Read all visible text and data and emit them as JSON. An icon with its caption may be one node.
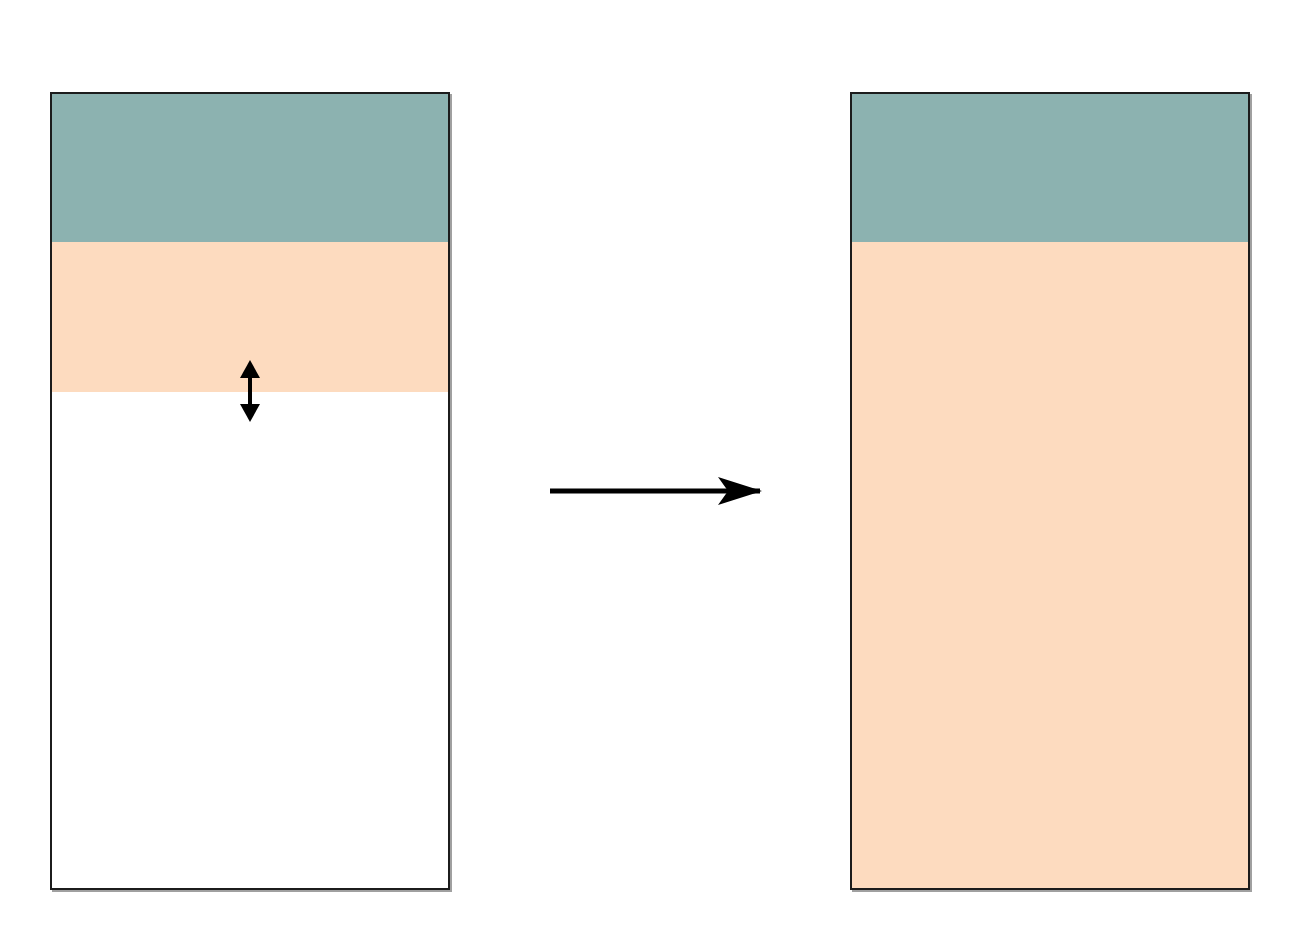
{
  "diagram": {
    "nodes": [
      {
        "text": [],
        "shape": "box"
      },
      {
        "text": [],
        "shape": "bar",
        "in": 0
      },
      {
        "text": [],
        "shape": "bar",
        "in": 0
      },
      {
        "text": [],
        "shape": "box"
      },
      {
        "text": [],
        "shape": "bar",
        "in": 3
      },
      {
        "text": [],
        "shape": "bar",
        "in": 3
      }
    ],
    "edges": [
      {
        "from": 0,
        "to": 3,
        "arrow": "to"
      }
    ]
  }
}
